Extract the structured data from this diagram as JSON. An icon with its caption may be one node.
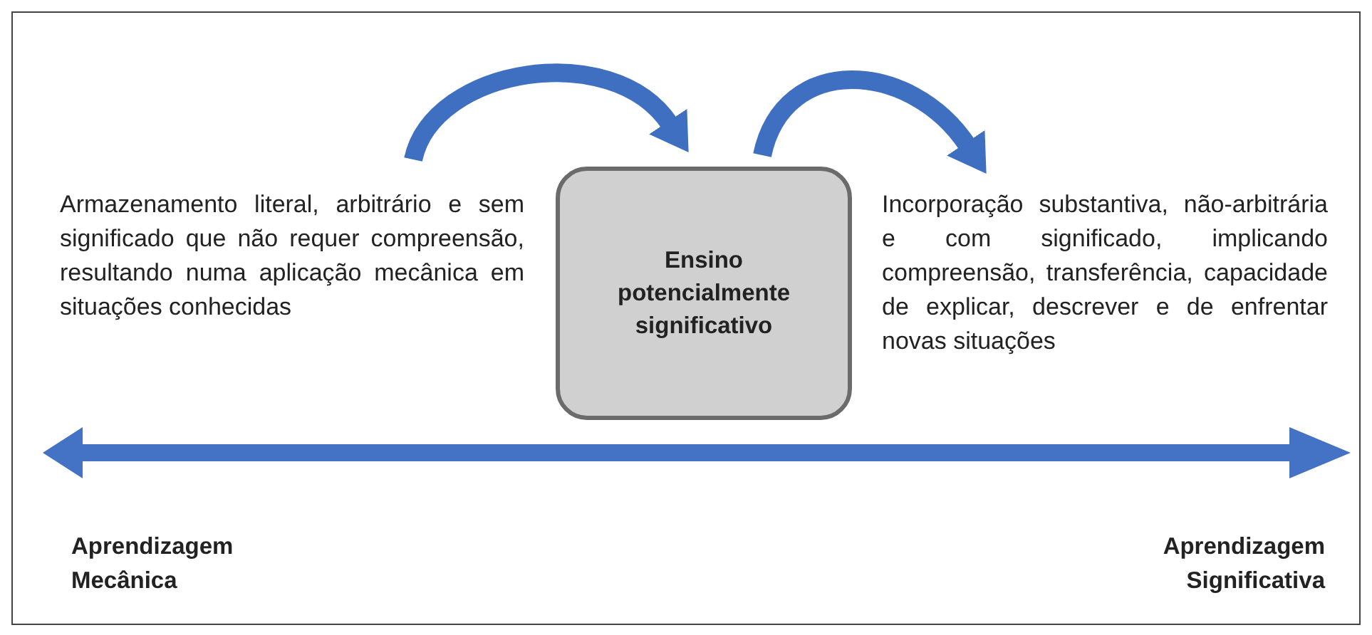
{
  "diagram": {
    "nodes": [
      {
        "text": [
          "Armazenamento literal, arbitrário e sem significado que não requer compreensão, resultando numa aplicação mecânica em situações conhecidas"
        ]
      },
      {
        "text": [
          "Ensino potencialmente significativo"
        ]
      },
      {
        "text": [
          "Incorporação substantiva, não-arbitrária e com significado, implicando compreensão, transferência, capacidade de explicar, descrever e de enfrentar novas situações"
        ]
      }
    ],
    "edges": [
      {
        "from": 0,
        "to": 1,
        "arrow": "to"
      },
      {
        "from": 1,
        "to": 2,
        "arrow": "to"
      }
    ],
    "labels": [
      "Aprendizagem Mecânica",
      "Aprendizagem Significativa"
    ]
  }
}
